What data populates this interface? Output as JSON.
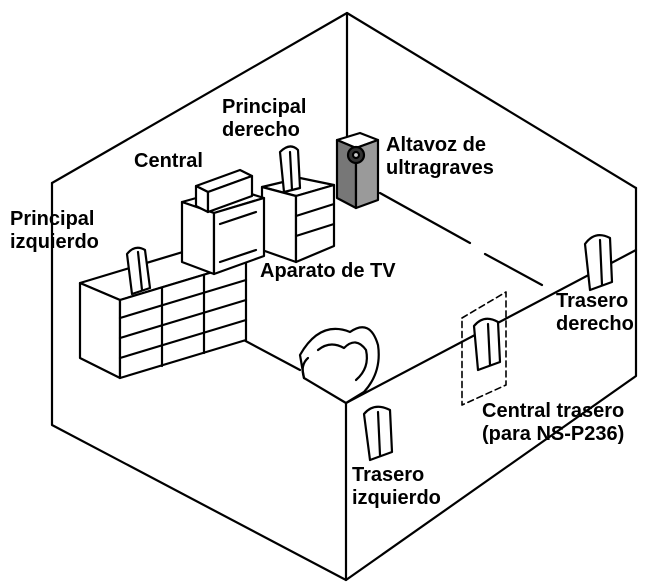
{
  "labels": {
    "principal_izquierdo": [
      "Principal",
      "izquierdo"
    ],
    "central": "Central",
    "principal_derecho": [
      "Principal",
      "derecho"
    ],
    "subwoofer": [
      "Altavoz de",
      "ultragraves"
    ],
    "tv": "Aparato de TV",
    "trasero_derecho": [
      "Trasero",
      "derecho"
    ],
    "central_trasero": [
      "Central trasero",
      "(para NS-P236)"
    ],
    "trasero_izquierdo": [
      "Trasero",
      "izquierdo"
    ]
  },
  "colors": {
    "line": "#000000",
    "speaker_fill": "#ffffff",
    "subwoofer_fill": "#9a9a9a"
  }
}
